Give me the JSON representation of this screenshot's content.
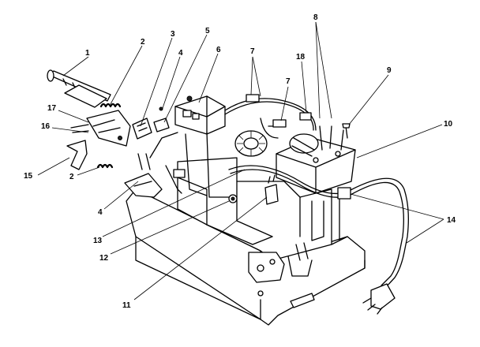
{
  "callouts": [
    {
      "id": "c1",
      "text": "1"
    },
    {
      "id": "c2a",
      "text": "2"
    },
    {
      "id": "c3",
      "text": "3"
    },
    {
      "id": "c4a",
      "text": "4"
    },
    {
      "id": "c5",
      "text": "5"
    },
    {
      "id": "c6",
      "text": "6"
    },
    {
      "id": "c7a",
      "text": "7"
    },
    {
      "id": "c7b",
      "text": "7"
    },
    {
      "id": "c8",
      "text": "8"
    },
    {
      "id": "c18",
      "text": "18"
    },
    {
      "id": "c9",
      "text": "9"
    },
    {
      "id": "c10",
      "text": "10"
    },
    {
      "id": "c17",
      "text": "17"
    },
    {
      "id": "c16",
      "text": "16"
    },
    {
      "id": "c15",
      "text": "15"
    },
    {
      "id": "c2b",
      "text": "2"
    },
    {
      "id": "c4b",
      "text": "4"
    },
    {
      "id": "c13",
      "text": "13"
    },
    {
      "id": "c12",
      "text": "12"
    },
    {
      "id": "c11",
      "text": "11"
    },
    {
      "id": "c14",
      "text": "14"
    }
  ]
}
